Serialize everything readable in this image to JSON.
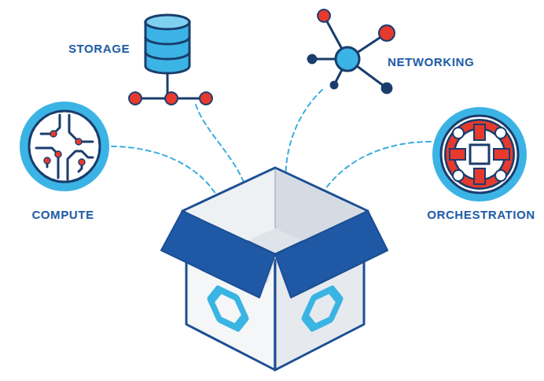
{
  "diagram": {
    "nodes": [
      {
        "text": [
          "STORAGE"
        ]
      },
      {
        "text": [
          "NETWORKING"
        ]
      },
      {
        "text": [
          "COMPUTE"
        ]
      },
      {
        "text": [
          "ORCHESTRATION"
        ]
      }
    ]
  }
}
